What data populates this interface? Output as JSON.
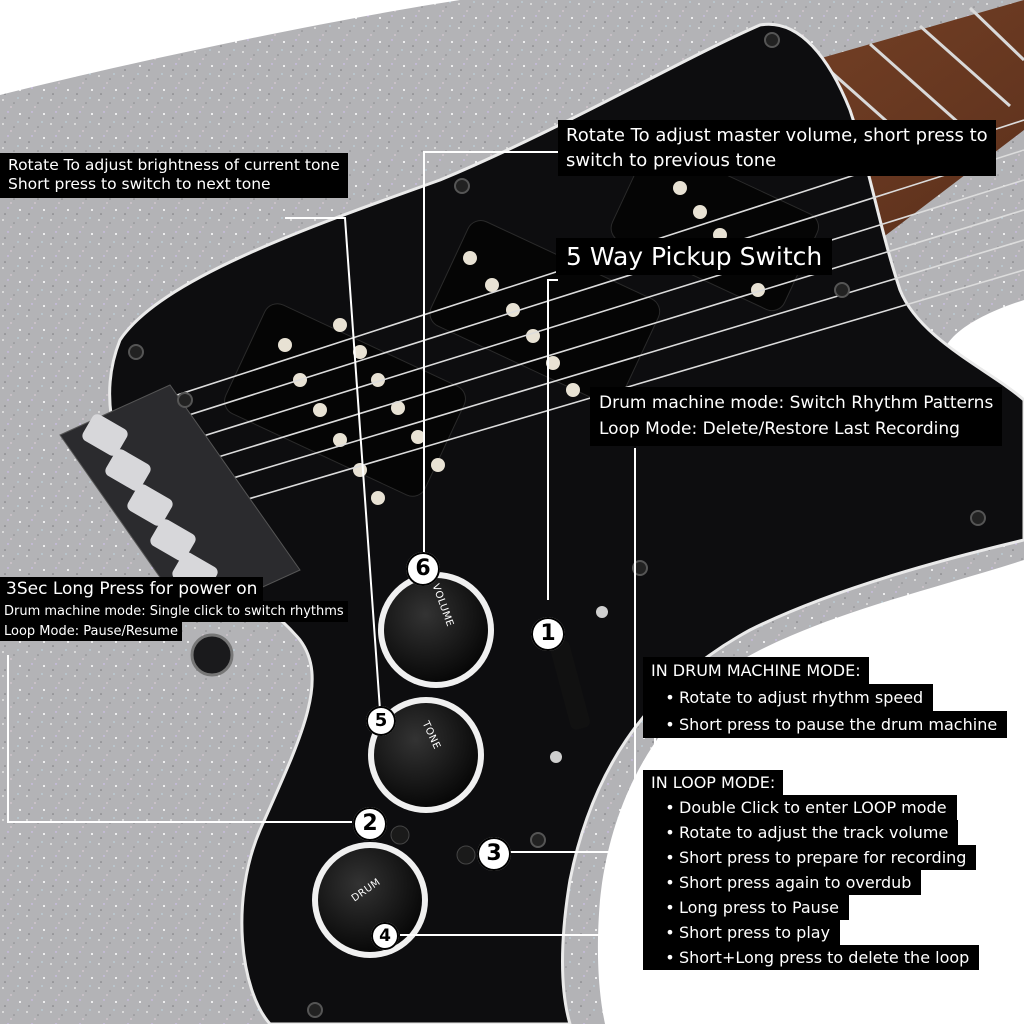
{
  "callouts": {
    "brightness": {
      "lines": [
        "Rotate To adjust brightness of current tone",
        "Short press to switch to next tone"
      ]
    },
    "master_volume": {
      "lines": [
        "Rotate To adjust master volume, short press to",
        "switch to previous tone"
      ]
    },
    "pickup_switch": {
      "text": "5 Way Pickup Switch"
    },
    "drum_pattern": {
      "lines": [
        "Drum machine mode: Switch Rhythm Patterns",
        "Loop Mode: Delete/Restore Last Recording"
      ]
    },
    "power": {
      "title": "3Sec Long Press for power on",
      "lines": [
        "Drum machine mode: Single click to switch rhythms",
        "Loop Mode: Pause/Resume"
      ]
    },
    "drum_mode": {
      "heading": "IN DRUM MACHINE MODE:",
      "items": [
        "Rotate to adjust rhythm speed",
        "Short press to pause the drum machine"
      ]
    },
    "loop_mode": {
      "heading": "IN LOOP MODE:",
      "items": [
        "Double Click to enter LOOP mode",
        "Rotate to adjust the track volume",
        "Short press to prepare for recording",
        "Short press again to overdub",
        "Long press to Pause",
        "Short press to play",
        "Short+Long press to delete the loop"
      ]
    }
  },
  "badges": [
    "1",
    "2",
    "3",
    "4",
    "5",
    "6"
  ],
  "knobs": {
    "volume": "VOLUME",
    "tone": "TONE",
    "drum": "DRUM"
  },
  "colors": {
    "body_sparkle": "#b3b3b6",
    "pickguard": "#0d0d0f",
    "fretboard": "#6b3a22",
    "label_bg": "#000000",
    "label_text": "#ffffff"
  }
}
